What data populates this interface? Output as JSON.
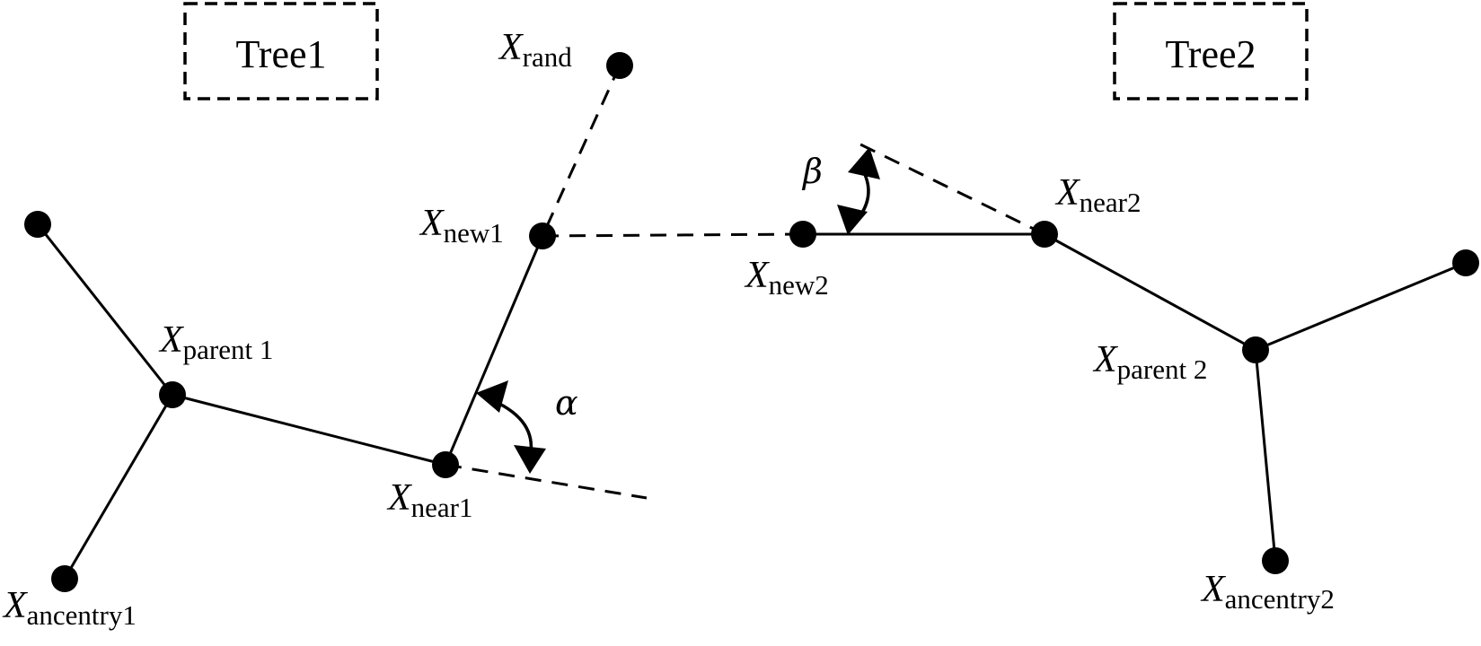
{
  "trees": [
    {
      "id": "tree1",
      "title": "Tree1"
    },
    {
      "id": "tree2",
      "title": "Tree2"
    }
  ],
  "labels": {
    "rand": {
      "main": "X",
      "sub": "rand"
    },
    "new1": {
      "main": "X",
      "sub": "new1"
    },
    "new2": {
      "main": "X",
      "sub": "new2"
    },
    "near1": {
      "main": "X",
      "sub": "near1"
    },
    "near2": {
      "main": "X",
      "sub": "near2"
    },
    "parent1": {
      "main": "X",
      "sub": "parent 1"
    },
    "parent2": {
      "main": "X",
      "sub": "parent 2"
    },
    "ancentry1": {
      "main": "X",
      "sub": "ancentry1"
    },
    "ancentry2": {
      "main": "X",
      "sub": "ancentry2"
    }
  },
  "angles": {
    "alpha": "α",
    "beta": "β"
  }
}
